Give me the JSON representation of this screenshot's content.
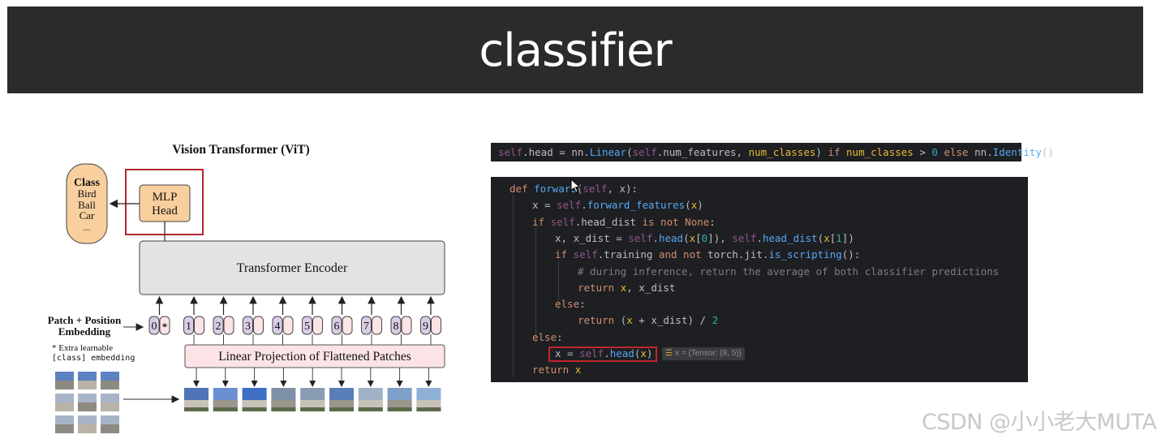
{
  "slide": {
    "title": "classifier"
  },
  "diagram": {
    "title": "Vision Transformer (ViT)",
    "class_box": {
      "heading": "Class",
      "items": [
        "Bird",
        "Ball",
        "Car",
        "..."
      ]
    },
    "mlp_head": [
      "MLP",
      "Head"
    ],
    "encoder": "Transformer Encoder",
    "patch_embedding_label": [
      "Patch + Position",
      "Embedding"
    ],
    "extra_note": [
      "* Extra learnable",
      "[class] embedding"
    ],
    "tokens": [
      "0",
      "1",
      "2",
      "3",
      "4",
      "5",
      "6",
      "7",
      "8",
      "9"
    ],
    "class_marker": "*",
    "projection": "Linear Projection of Flattened Patches",
    "colors": {
      "highlight": "#b0262e",
      "class_fill": "#f9cf9e",
      "projection_fill": "#fbe3e6",
      "token_fill": "#d9cde6"
    }
  },
  "code": {
    "line1": {
      "segs": [
        {
          "t": "self",
          "c": "self"
        },
        {
          "t": ".head = nn.",
          "c": "nm"
        },
        {
          "t": "Linear",
          "c": "fn"
        },
        {
          "t": "(",
          "c": "nm"
        },
        {
          "t": "self",
          "c": "self"
        },
        {
          "t": ".num_features, ",
          "c": "nm"
        },
        {
          "t": "num_classes",
          "c": "yel"
        },
        {
          "t": ") ",
          "c": "nm"
        },
        {
          "t": "if ",
          "c": "kw"
        },
        {
          "t": "num_classes",
          "c": "yel"
        },
        {
          "t": " > ",
          "c": "nm"
        },
        {
          "t": "0",
          "c": "num"
        },
        {
          "t": " ",
          "c": "nm"
        },
        {
          "t": "else ",
          "c": "kw"
        },
        {
          "t": "nn.",
          "c": "nm"
        },
        {
          "t": "Identity",
          "c": "fn"
        },
        {
          "t": "()",
          "c": "nm"
        }
      ]
    },
    "lines": [
      [
        {
          "t": "def ",
          "c": "kw"
        },
        {
          "t": "forward",
          "c": "fn"
        },
        {
          "t": "(",
          "c": "nm"
        },
        {
          "t": "self",
          "c": "self"
        },
        {
          "t": ", x):",
          "c": "nm"
        }
      ],
      [
        {
          "t": "x = ",
          "c": "nm"
        },
        {
          "t": "self",
          "c": "self"
        },
        {
          "t": ".",
          "c": "nm"
        },
        {
          "t": "forward_features",
          "c": "fn"
        },
        {
          "t": "(",
          "c": "nm"
        },
        {
          "t": "x",
          "c": "yel"
        },
        {
          "t": ")",
          "c": "nm"
        }
      ],
      [
        {
          "t": "if ",
          "c": "kw"
        },
        {
          "t": "self",
          "c": "self"
        },
        {
          "t": ".head_dist ",
          "c": "nm"
        },
        {
          "t": "is not ",
          "c": "kw"
        },
        {
          "t": "None",
          "c": "kw"
        },
        {
          "t": ":",
          "c": "nm"
        }
      ],
      [
        {
          "t": "x, x_dist = ",
          "c": "nm"
        },
        {
          "t": "self",
          "c": "self"
        },
        {
          "t": ".",
          "c": "nm"
        },
        {
          "t": "head",
          "c": "fn"
        },
        {
          "t": "(",
          "c": "nm"
        },
        {
          "t": "x",
          "c": "yel"
        },
        {
          "t": "[",
          "c": "nm"
        },
        {
          "t": "0",
          "c": "num"
        },
        {
          "t": "]), ",
          "c": "nm"
        },
        {
          "t": "self",
          "c": "self"
        },
        {
          "t": ".",
          "c": "nm"
        },
        {
          "t": "head_dist",
          "c": "fn"
        },
        {
          "t": "(",
          "c": "nm"
        },
        {
          "t": "x",
          "c": "yel"
        },
        {
          "t": "[",
          "c": "nm"
        },
        {
          "t": "1",
          "c": "num"
        },
        {
          "t": "])",
          "c": "nm"
        }
      ],
      [
        {
          "t": "if ",
          "c": "kw"
        },
        {
          "t": "self",
          "c": "self"
        },
        {
          "t": ".training ",
          "c": "nm"
        },
        {
          "t": "and not ",
          "c": "kw"
        },
        {
          "t": "torch.jit.",
          "c": "nm"
        },
        {
          "t": "is_scripting",
          "c": "fn"
        },
        {
          "t": "():",
          "c": "nm"
        }
      ],
      [
        {
          "t": "# during inference, return the average of both classifier predictions",
          "c": "cmt"
        }
      ],
      [
        {
          "t": "return ",
          "c": "kw"
        },
        {
          "t": "x",
          "c": "yel"
        },
        {
          "t": ", x_dist",
          "c": "nm"
        }
      ],
      [
        {
          "t": "else",
          "c": "kw"
        },
        {
          "t": ":",
          "c": "nm"
        }
      ],
      [
        {
          "t": "return ",
          "c": "kw"
        },
        {
          "t": "(",
          "c": "nm"
        },
        {
          "t": "x",
          "c": "yel"
        },
        {
          "t": " + x_dist) / ",
          "c": "nm"
        },
        {
          "t": "2",
          "c": "num"
        }
      ],
      [
        {
          "t": "else",
          "c": "kw"
        },
        {
          "t": ":",
          "c": "nm"
        }
      ],
      [
        {
          "t": "x = ",
          "c": "nm"
        },
        {
          "t": "self",
          "c": "self"
        },
        {
          "t": ".",
          "c": "nm"
        },
        {
          "t": "head",
          "c": "fn"
        },
        {
          "t": "(",
          "c": "nm"
        },
        {
          "t": "x",
          "c": "yel"
        },
        {
          "t": ")",
          "c": "nm"
        }
      ],
      [
        {
          "t": "return ",
          "c": "kw"
        },
        {
          "t": "x",
          "c": "yel"
        }
      ]
    ],
    "inlay_hint": "x = {Tensor: (8, 5)}"
  },
  "watermark": "CSDN @小小老大MUTA"
}
